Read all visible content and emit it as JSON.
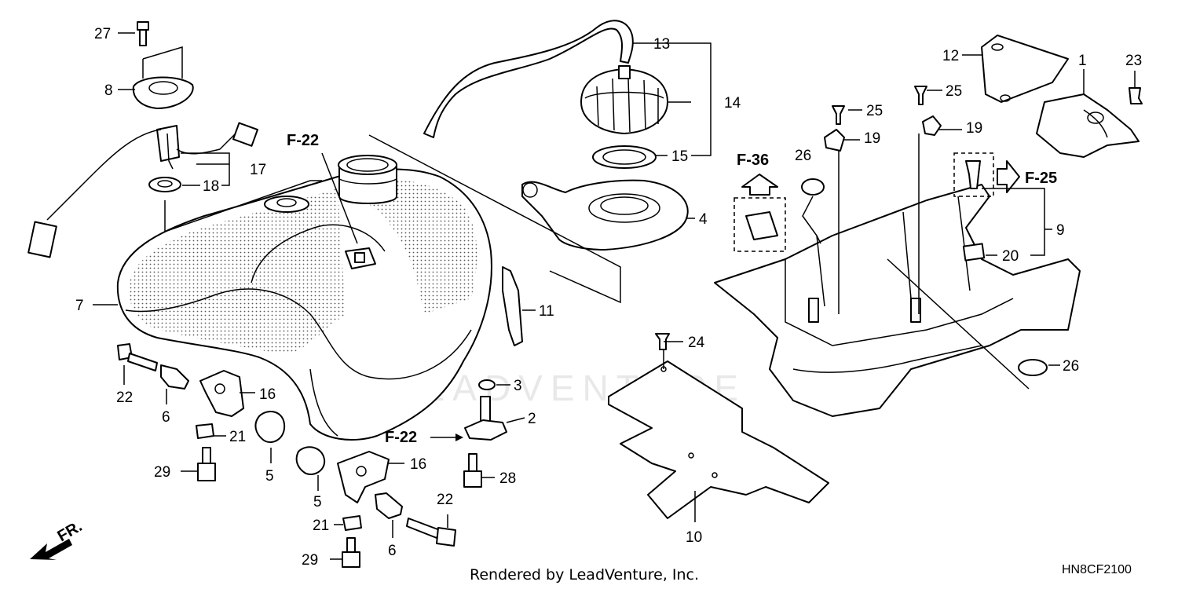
{
  "callouts": {
    "c1": "1",
    "c2": "2",
    "c3": "3",
    "c4": "4",
    "c5a": "5",
    "c5b": "5",
    "c6a": "6",
    "c6b": "6",
    "c7": "7",
    "c8": "8",
    "c9": "9",
    "c10": "10",
    "c11": "11",
    "c12": "12",
    "c13": "13",
    "c14": "14",
    "c15": "15",
    "c16a": "16",
    "c16b": "16",
    "c17": "17",
    "c18": "18",
    "c19a": "19",
    "c19b": "19",
    "c20": "20",
    "c21a": "21",
    "c21b": "21",
    "c22a": "22",
    "c22b": "22",
    "c23": "23",
    "c24": "24",
    "c25a": "25",
    "c25b": "25",
    "c26a": "26",
    "c26b": "26",
    "c27": "27",
    "c28": "28",
    "c29a": "29",
    "c29b": "29"
  },
  "refs": {
    "f22_top": "F-22",
    "f22_bottom": "F-22",
    "f36": "F-36",
    "f25": "F-25"
  },
  "front_marker": "FR.",
  "watermark": "LEADVENTURE",
  "footer": "Rendered by LeadVenture, Inc.",
  "diagram_code": "HN8CF2100"
}
